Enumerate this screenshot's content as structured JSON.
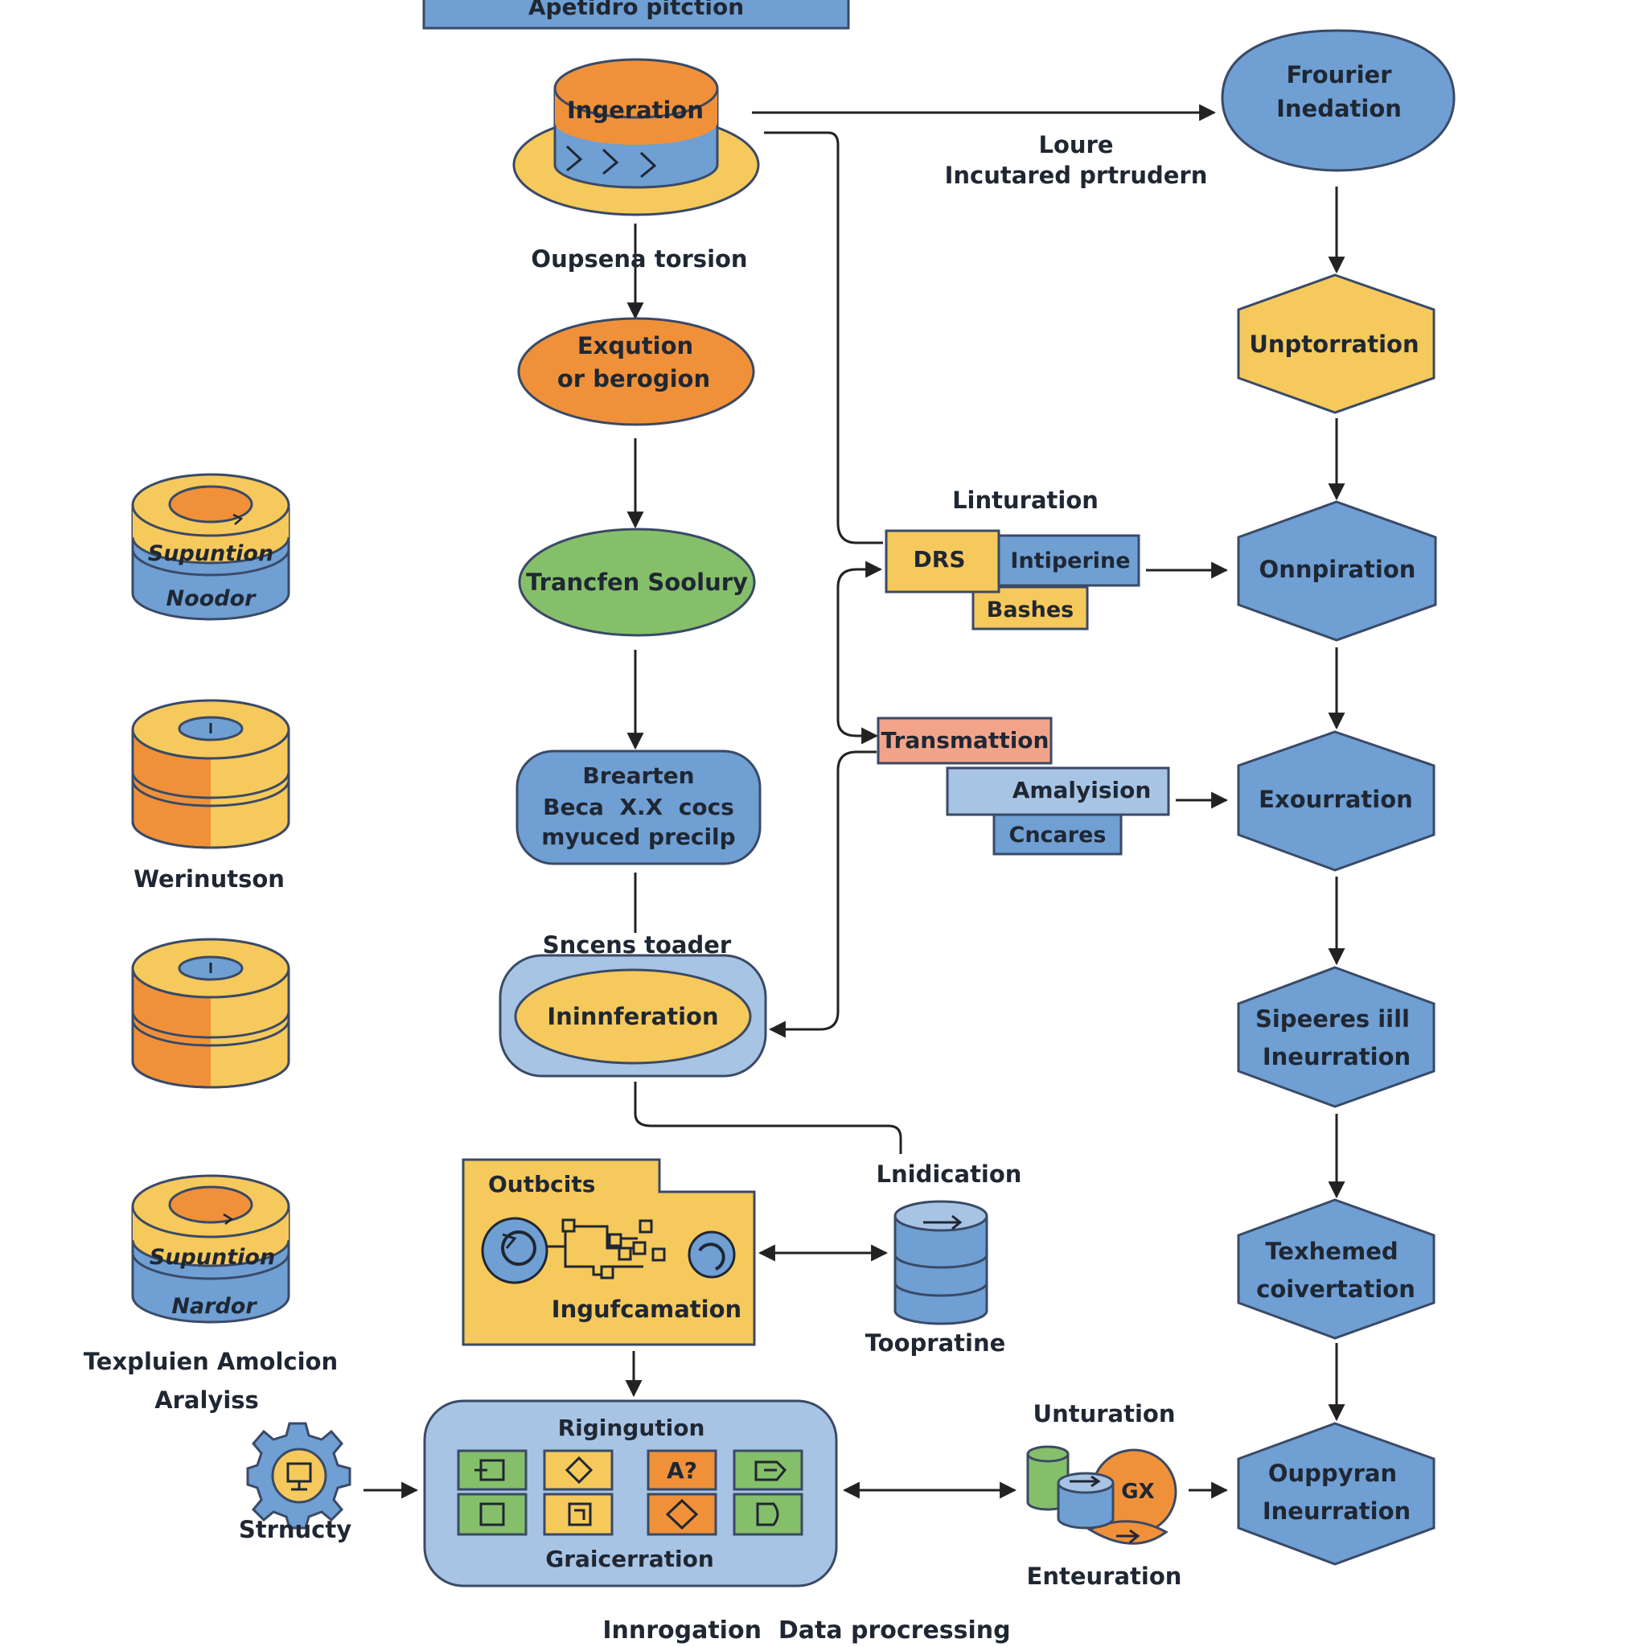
{
  "colors": {
    "orange": "#f0913a",
    "yellow": "#f6c95c",
    "blue": "#6f9fd3",
    "light_blue": "#a8c4e4",
    "green": "#86bf6a",
    "salmon": "#f2a48a",
    "dark_green": "#3e8f4a"
  },
  "header": {
    "title": "Apetidro pitction"
  },
  "nodes": {
    "ingestion": {
      "label": "Ingeration"
    },
    "ingestion_caption": "Oupsena torsion",
    "execution": {
      "line1": "Exqution",
      "line2": "or berogion"
    },
    "transform": {
      "label": "Trancfen Soolury"
    },
    "breaker": {
      "line1": "Brearten",
      "line2": "Beca  X.X  cocs",
      "line3": "myuced precilp"
    },
    "loader_caption": "Sncens toader",
    "inference": {
      "label": "Ininnferation"
    },
    "outputs_folder": {
      "title": "Outbcits",
      "caption": "Ingufcamation"
    },
    "lnidication": "Lnidication",
    "db_right_caption": "Toopratine",
    "registration": {
      "title": "Rigingution",
      "caption": "Graicerration"
    },
    "gear_caption": "Strnucty",
    "cluster_title": "Unturation",
    "cluster_caption": "Enteuration",
    "cluster_badge": "GX",
    "footer": "Innrogation  Data procressing"
  },
  "middle_column": {
    "top_label_line1": "Loure",
    "top_label_line2": "Incutared prtrudern",
    "linturation": "Linturation",
    "drs": "DRS",
    "intiperine": "Intiperine",
    "bashes": "Bashes",
    "transmattion": "Transmattion",
    "analysis": "Amalyision",
    "cncares": "Cncares"
  },
  "right_column": {
    "frourier": {
      "line1": "Frourier",
      "line2": "Inedation"
    },
    "hexagons": [
      {
        "line1": "Unptorration",
        "line2": ""
      },
      {
        "line1": "Onnpiration",
        "line2": ""
      },
      {
        "line1": "Exourration",
        "line2": ""
      },
      {
        "line1": "Sipeeres iill",
        "line2": "Ineurration"
      },
      {
        "line1": "Texhemed",
        "line2": "coivertation"
      },
      {
        "line1": "Ouppyran",
        "line2": "Ineurration"
      }
    ]
  },
  "left_column": {
    "cyl1": {
      "line1": "Supuntion",
      "line2": "Noodor"
    },
    "cyl2_caption": "Werinutson",
    "cyl4": {
      "line1": "Supuntion",
      "line2": "Nardor"
    },
    "cyl4_caption_line1": "Texpluien Amolcion",
    "cyl4_caption_line2": "Aralyiss"
  },
  "grid_icon_glyphs": [
    "A?"
  ]
}
